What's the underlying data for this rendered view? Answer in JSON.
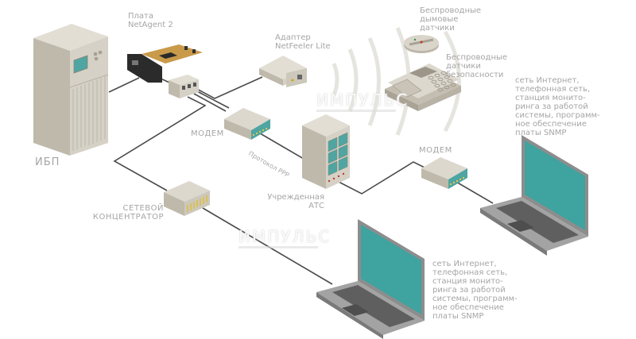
{
  "diagram": {
    "colors": {
      "background": "#ffffff",
      "device_beige": "#cdc8bc",
      "device_beige_dark": "#b3ad9f",
      "device_beige_light": "#e2ded4",
      "screen_teal": "#3fa3a0",
      "cable": "#4a4a4a",
      "label_gray": "#a5a5a5",
      "laptop_gray": "#8d8d8d",
      "keyboard_dark": "#5f5f5f"
    },
    "nodes": [
      {
        "id": "ups",
        "label": "ИБП"
      },
      {
        "id": "netagent",
        "label": "Плата\nNetAgent 2"
      },
      {
        "id": "splitter",
        "label": ""
      },
      {
        "id": "netfeeler",
        "label": "Адаптер\nNetFeeler Lite"
      },
      {
        "id": "smoke",
        "label": "Беспроводные\nдымовые\nдатчики"
      },
      {
        "id": "security",
        "label": "Беспроводные\nдатчики\nбезопасности"
      },
      {
        "id": "modem1",
        "label": "МОДЕМ"
      },
      {
        "id": "pbx",
        "label": "Учрежденная\nАТС"
      },
      {
        "id": "modem2",
        "label": "МОДЕМ"
      },
      {
        "id": "hub",
        "label": "СЕТЕВОЙ\nКОНЦЕНТРАТОР"
      },
      {
        "id": "laptop1",
        "label": "сеть Интернет,\nтелефонная сеть,\nстанция монито-\nринга за работой\nсистемы, программ-\nное обеспечение\nплаты SNMP"
      },
      {
        "id": "laptop2",
        "label": "сеть Интернет,\nтелефонная сеть,\nстанция монито-\nринга за работой\nсистемы, программ-\nное обеспечение\nплаты SNMP"
      }
    ],
    "edges": [
      {
        "from": "ups",
        "to": "netagent"
      },
      {
        "from": "netagent",
        "to": "splitter"
      },
      {
        "from": "splitter",
        "to": "netfeeler"
      },
      {
        "from": "splitter",
        "to": "modem1"
      },
      {
        "from": "splitter",
        "to": "hub"
      },
      {
        "from": "modem1",
        "to": "pbx",
        "label": "Протокол PPP"
      },
      {
        "from": "pbx",
        "to": "modem2"
      },
      {
        "from": "modem2",
        "to": "laptop1"
      },
      {
        "from": "hub",
        "to": "laptop2"
      },
      {
        "from": "netfeeler",
        "to": "security",
        "type": "wireless"
      },
      {
        "from": "netfeeler",
        "to": "smoke",
        "type": "wireless"
      }
    ],
    "watermark": "ИМПУЛЬС"
  }
}
